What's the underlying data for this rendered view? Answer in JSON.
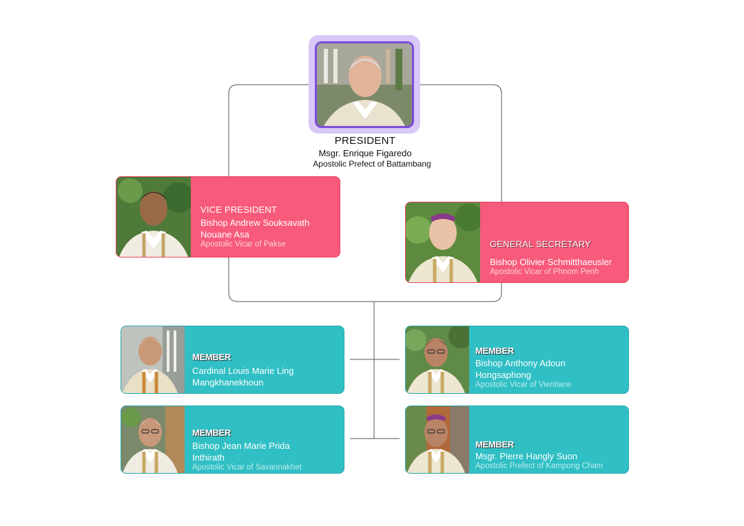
{
  "president": {
    "role": "PRESIDENT",
    "name": "Msgr. Enrique Figaredo",
    "title": "Apostolic Prefect of Battambang"
  },
  "vice_president": {
    "role": "VICE PRESIDENT",
    "name_line1": "Bishop Andrew Souksavath",
    "name_line2": "Nouane Asa",
    "title": "Apostolic Vicar of Pakse"
  },
  "general_secretary": {
    "role": "GENERAL SECRETARY",
    "name": "Bishop Olivier Schmitthaeusler",
    "title": "Apostolic Vicar of Phnom Penh"
  },
  "members": [
    {
      "role": "MEMBER",
      "name_line1": "Cardinal Louis Marie Ling",
      "name_line2": "Mangkhanekhoun",
      "title": ""
    },
    {
      "role": "MEMBER",
      "name_line1": "Bishop Anthony Adoun",
      "name_line2": "Hongsaphong",
      "title": "Apostolic Vicar of Vientiane"
    },
    {
      "role": "MEMBER",
      "name_line1": "Bishop Jean Marie Prida",
      "name_line2": "Inthirath",
      "title": "Apostolic Vicar of Savannakhet"
    },
    {
      "role": "MEMBER",
      "name_line1": "Msgr. Pierre Hangly Suon",
      "title": "Apostolic Prefect of Kampong Cham"
    }
  ],
  "colors": {
    "president_frame": "#d9c8f7",
    "president_border": "#7c4ddb",
    "officer_card": "#f75a7a",
    "member_card": "#2fbfc4",
    "connector": "#555555"
  }
}
